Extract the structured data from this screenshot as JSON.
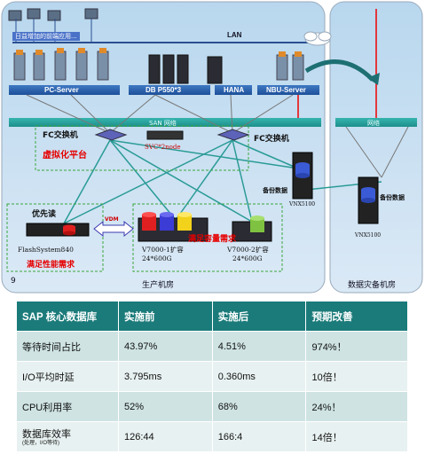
{
  "network": {
    "frontend_note": "日益增加的前端应用...",
    "lan_label": "LAN",
    "servers": [
      "PC-Server",
      "DB  P550*3",
      "HANA",
      "NBU-Server"
    ],
    "san_label": "SAN 网络",
    "net_label": "网络",
    "fc_switch_left": "FC交换机",
    "fc_switch_right": "FC交换机",
    "virtualization": "虚拟化平台",
    "svc": "SVC*2node",
    "backup_data_left": "备份数据",
    "backup_data_right": "备份数据",
    "vnx_left": "VNX5100",
    "vnx_right": "VNX5100",
    "priority": "优先读",
    "vdm": "VDM",
    "flashsystem": "FlashSystem840",
    "perf_need": "满足性能需求",
    "capacity_need": "满足容量需求",
    "v7000_1_line1": "V7000-1扩容",
    "v7000_1_line2": "24*600G",
    "v7000_2_line1": "V7000-2扩容",
    "v7000_2_line2": "24*600G",
    "page_num": "9",
    "prod_room": "生产机房",
    "dr_room": "数据灾备机房"
  },
  "table": {
    "headers": [
      "SAP 核心数据库",
      "实施前",
      "实施后",
      "预期改善"
    ],
    "rows": [
      {
        "metric": "等待时间占比",
        "sub": "",
        "before": "43.97%",
        "after": "4.51%",
        "improve": "974%！"
      },
      {
        "metric": "I/O平均时延",
        "sub": "",
        "before": "3.795ms",
        "after": "0.360ms",
        "improve": "10倍！"
      },
      {
        "metric": "CPU利用率",
        "sub": "",
        "before": "52%",
        "after": "68%",
        "improve": "24%！"
      },
      {
        "metric": "数据库效率",
        "sub": "(处理，I/O等待)",
        "before": "126:44",
        "after": "166:4",
        "improve": "14倍！"
      }
    ]
  },
  "colors": {
    "teal": "#1b7b7a",
    "row_light": "#cfe3e3",
    "row_lighter": "#e8f1f1",
    "accent_red": "#e60000"
  }
}
